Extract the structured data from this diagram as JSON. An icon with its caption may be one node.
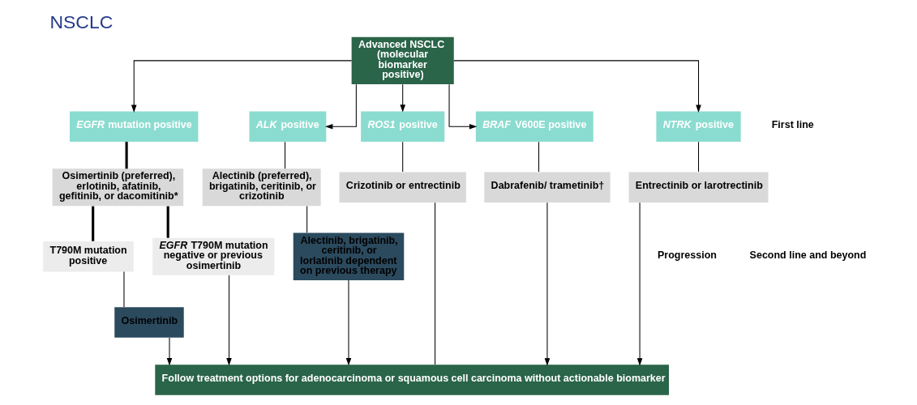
{
  "diagram": {
    "title": "NSCLC",
    "nodes": [
      {
        "text": [
          "Advanced NSCLC (molecular biomarker positive)"
        ]
      },
      {
        "text": [
          "*EGFR* mutation positive"
        ]
      },
      {
        "text": [
          "*ALK* positive"
        ]
      },
      {
        "text": [
          "*ROS1* positive"
        ]
      },
      {
        "text": [
          "*BRAF* V600E positive"
        ]
      },
      {
        "text": [
          "*NTRK* positive"
        ]
      },
      {
        "text": [
          "Osimertinib (preferred), erlotinib, afatinib, gefitinib, or dacomitinib*"
        ]
      },
      {
        "text": [
          "Alectinib (preferred), brigatinib, ceritinib, or crizotinib"
        ]
      },
      {
        "text": [
          "Crizotinib or entrectinib"
        ]
      },
      {
        "text": [
          "Dabrafenib/ trametinib†"
        ]
      },
      {
        "text": [
          "Entrectinib or larotrectinib"
        ]
      },
      {
        "text": [
          "T790M mutation positive"
        ]
      },
      {
        "text": [
          "*EGFR* T790M mutation negative or previous osimertinib"
        ]
      },
      {
        "text": [
          "Alectinib, brigatinib, ceritinib, or lorlatinib dependent on previous therapy"
        ]
      },
      {
        "text": [
          "Osimertinib"
        ]
      },
      {
        "text": [
          "Follow treatment options for adenocarcinoma or squamous cell carcinoma without actionable biomarker"
        ]
      }
    ],
    "edges": [
      {
        "from": 0,
        "to": 1,
        "arrow": "to"
      },
      {
        "from": 0,
        "to": 2,
        "arrow": "to"
      },
      {
        "from": 0,
        "to": 3,
        "arrow": "to"
      },
      {
        "from": 0,
        "to": 4,
        "arrow": "to"
      },
      {
        "from": 0,
        "to": 5,
        "arrow": "to"
      },
      {
        "from": 1,
        "to": 6,
        "arrow": "none",
        "style": "thick"
      },
      {
        "from": 2,
        "to": 7,
        "arrow": "none"
      },
      {
        "from": 3,
        "to": 8,
        "arrow": "none"
      },
      {
        "from": 4,
        "to": 9,
        "arrow": "none"
      },
      {
        "from": 5,
        "to": 10,
        "arrow": "none"
      },
      {
        "from": 6,
        "to": 11,
        "arrow": "none",
        "style": "thick"
      },
      {
        "from": 6,
        "to": 12,
        "arrow": "none",
        "style": "thick"
      },
      {
        "from": 7,
        "to": 13,
        "arrow": "none"
      },
      {
        "from": 11,
        "to": 14,
        "arrow": "none"
      },
      {
        "from": 14,
        "to": 15,
        "arrow": "to"
      },
      {
        "from": 12,
        "to": 15,
        "arrow": "to"
      },
      {
        "from": 13,
        "to": 15,
        "arrow": "to"
      },
      {
        "from": 8,
        "to": 15,
        "arrow": "none"
      },
      {
        "from": 9,
        "to": 15,
        "arrow": "to"
      },
      {
        "from": 10,
        "to": 15,
        "arrow": "to"
      }
    ],
    "labels": [
      "Progression",
      "First line",
      "Second line and beyond"
    ]
  }
}
